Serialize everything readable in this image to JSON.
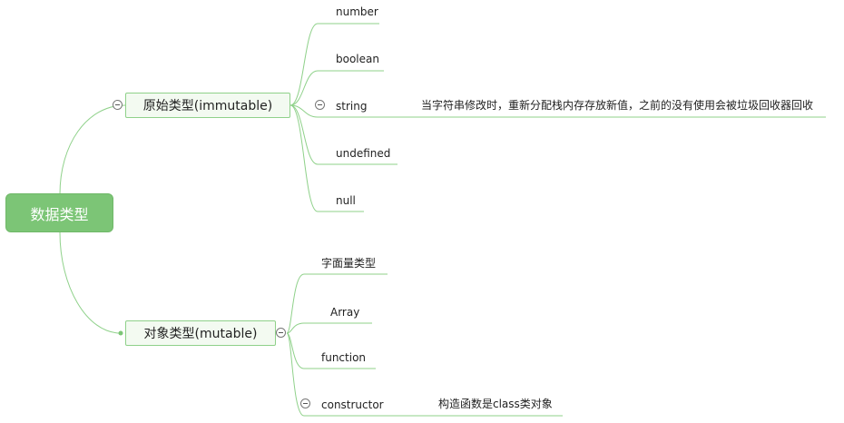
{
  "root": {
    "label": "数据类型"
  },
  "branches": [
    {
      "label": "原始类型(immutable)",
      "children": [
        {
          "label": "number"
        },
        {
          "label": "boolean"
        },
        {
          "label": "string",
          "note": "当字符串修改时，重新分配栈内存存放新值，之前的没有使用会被垃圾回收器回收"
        },
        {
          "label": "undefined"
        },
        {
          "label": "null"
        }
      ]
    },
    {
      "label": "对象类型(mutable)",
      "children": [
        {
          "label": "字面量类型"
        },
        {
          "label": "Array"
        },
        {
          "label": "function"
        },
        {
          "label": "constructor",
          "note": "构造函数是class类对象"
        }
      ]
    }
  ],
  "colors": {
    "line": "#8fd18a",
    "root_fill": "#7cc576",
    "branch_fill": "#f3faf1"
  }
}
